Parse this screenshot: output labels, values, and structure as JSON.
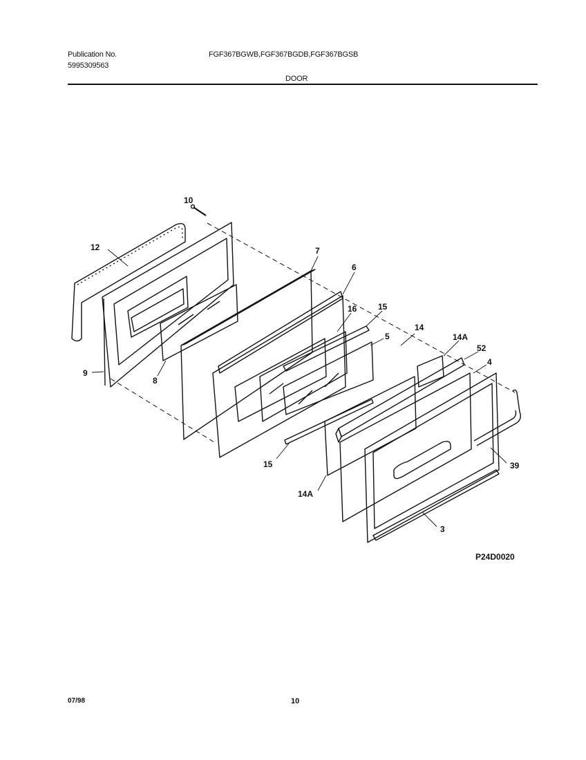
{
  "header": {
    "publication_label": "Publication No.",
    "publication_number": "5995309563",
    "models": "FGF367BGWB,FGF367BGDB,FGF367BGSB",
    "section_title": "DOOR"
  },
  "diagram": {
    "part_labels": [
      "10",
      "12",
      "7",
      "6",
      "16",
      "15",
      "14",
      "5",
      "14A",
      "52",
      "4",
      "9",
      "8",
      "39",
      "15",
      "14A",
      "3"
    ],
    "figure_code": "P24D0020"
  },
  "footer": {
    "date": "07/98",
    "page_number": "10"
  }
}
